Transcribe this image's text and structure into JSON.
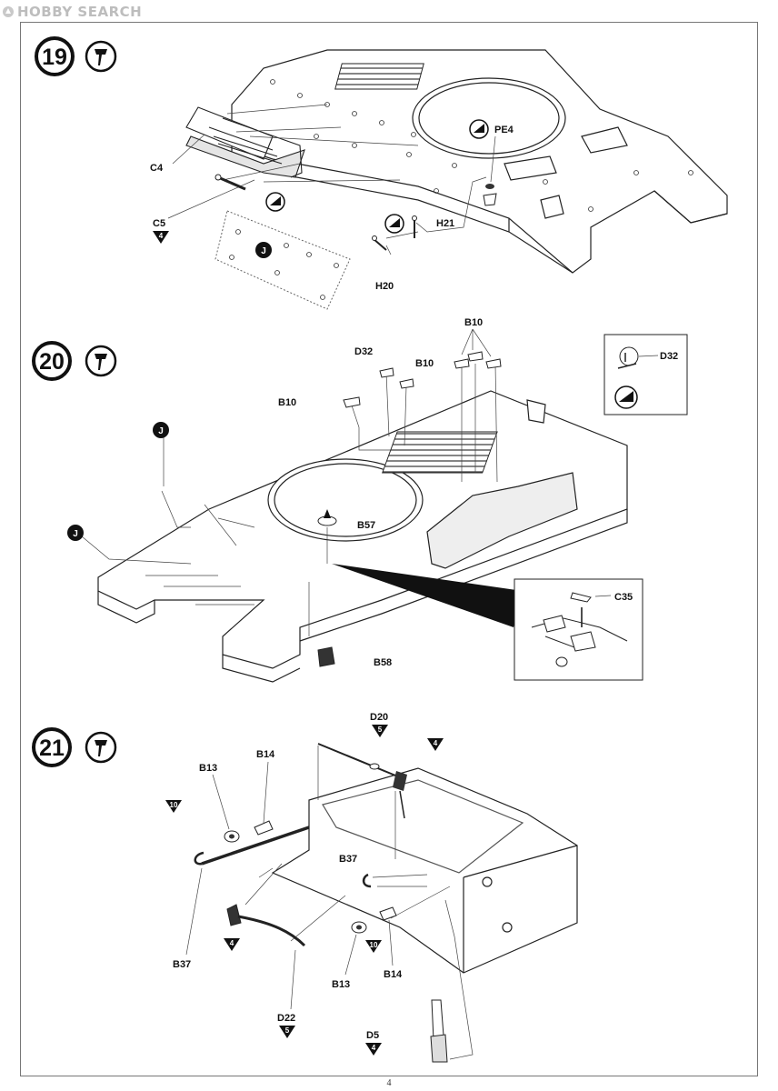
{
  "watermark": {
    "text": "HOBBY SEARCH"
  },
  "page_number": "4",
  "steps": [
    {
      "number": "19",
      "labels": {
        "c4": "C4",
        "c5": "C5",
        "c5_qty": "4",
        "pe4": "PE4",
        "h21": "H21",
        "h20": "H20",
        "ref_j": "J"
      }
    },
    {
      "number": "20",
      "labels": {
        "b10_top": "B10",
        "d32": "D32",
        "b10_mid": "B10",
        "b10_left": "B10",
        "b57": "B57",
        "b58": "B58",
        "ref_j_a": "J",
        "ref_j_b": "J",
        "inset_d32": "D32",
        "inset_c35": "C35"
      }
    },
    {
      "number": "21",
      "labels": {
        "d20": "D20",
        "d20_qty": "5",
        "qty_4_a": "4",
        "b13_a": "B13",
        "b14_a": "B14",
        "qty_10_a": "10",
        "b37_a": "B37",
        "b37_b": "B37",
        "qty_4_b": "4",
        "b13_b": "B13",
        "qty_10_b": "10",
        "b14_b": "B14",
        "d22": "D22",
        "d22_qty": "5",
        "d5": "D5",
        "d5_qty": "4"
      }
    }
  ]
}
